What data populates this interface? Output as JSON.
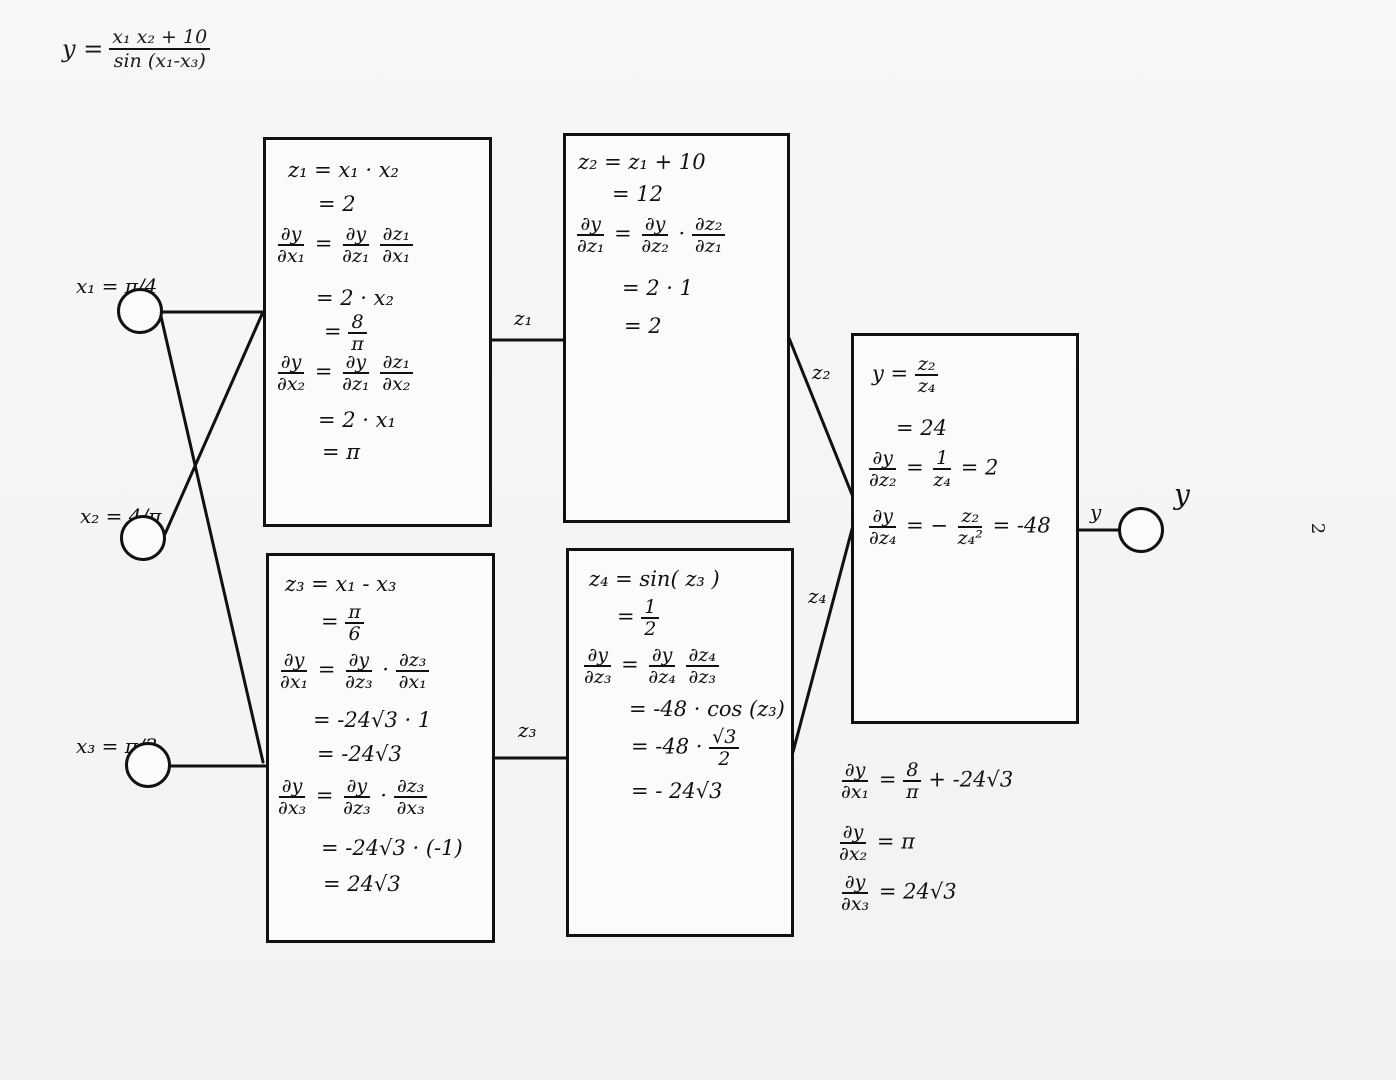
{
  "formula": {
    "lhs": "y =",
    "numerator": "x₁ x₂ + 10",
    "denominator": "sin (x₁-x₃)"
  },
  "inputs": [
    {
      "label": "x₁ = π/4"
    },
    {
      "label": "x₂ = 4/π"
    },
    {
      "label": "x₃ = π/3"
    }
  ],
  "box_z1": {
    "l1": "z₁ = x₁ · x₂",
    "l2": "= 2",
    "l3_lhs_num": "∂y",
    "l3_lhs_den": "∂x₁",
    "l3_r1_num": "∂y",
    "l3_r1_den": "∂z₁",
    "l3_r2_num": "∂z₁",
    "l3_r2_den": "∂x₁",
    "l4": "= 2 · x₂",
    "l5_num": "8",
    "l5_den": "π",
    "l6_lhs_num": "∂y",
    "l6_lhs_den": "∂x₂",
    "l6_r1_num": "∂y",
    "l6_r1_den": "∂z₁",
    "l6_r2_num": "∂z₁",
    "l6_r2_den": "∂x₂",
    "l7": "= 2 · x₁",
    "l8": "= π"
  },
  "box_z2": {
    "l1": "z₂ = z₁ + 10",
    "l2": "= 12",
    "l3_lhs_num": "∂y",
    "l3_lhs_den": "∂z₁",
    "l3_r1_num": "∂y",
    "l3_r1_den": "∂z₂",
    "l3_r2_num": "∂z₂",
    "l3_r2_den": "∂z₁",
    "l4": "= 2 · 1",
    "l5": "= 2"
  },
  "box_z3": {
    "l1": "z₃ = x₁ - x₃",
    "l2_num": "π",
    "l2_den": "6",
    "l3_lhs_num": "∂y",
    "l3_lhs_den": "∂x₁",
    "l3_r1_num": "∂y",
    "l3_r1_den": "∂z₃",
    "l3_r2_num": "∂z₃",
    "l3_r2_den": "∂x₁",
    "l4": "= -24√3 · 1",
    "l5": "= -24√3",
    "l6_lhs_num": "∂y",
    "l6_lhs_den": "∂x₃",
    "l6_r1_num": "∂y",
    "l6_r1_den": "∂z₃",
    "l6_r2_num": "∂z₃",
    "l6_r2_den": "∂x₃",
    "l7": "= -24√3 · (-1)",
    "l8": "= 24√3"
  },
  "box_z4": {
    "l1": "z₄ = sin( z₃ )",
    "l2_num": "1",
    "l2_den": "2",
    "l3_lhs_num": "∂y",
    "l3_lhs_den": "∂z₃",
    "l3_r1_num": "∂y",
    "l3_r1_den": "∂z₄",
    "l3_r2_num": "∂z₄",
    "l3_r2_den": "∂z₃",
    "l4": "= -48 · cos (z₃)",
    "l5_pre": "= -48 ·",
    "l5_num": "√3",
    "l5_den": "2",
    "l6": "= - 24√3"
  },
  "box_y": {
    "l1_lhs": "y =",
    "l1_num": "z₂",
    "l1_den": "z₄",
    "l2": "= 24",
    "l3_lhs_num": "∂y",
    "l3_lhs_den": "∂z₂",
    "l3_num": "1",
    "l3_den": "z₄",
    "l3_tail": "= 2",
    "l4_lhs_num": "∂y",
    "l4_lhs_den": "∂z₄",
    "l4_num": "z₂",
    "l4_den": "z₄²",
    "l4_tail": "= -48"
  },
  "edges": {
    "z1": "z₁",
    "z2": "z₂",
    "z3": "z₃",
    "z4": "z₄",
    "y_edge": "y",
    "y_out": "y"
  },
  "summary": {
    "s1_num": "∂y",
    "s1_den": "∂x₁",
    "s1_eq": "=",
    "s1_frac_num": "8",
    "s1_frac_den": "π",
    "s1_tail": "+ -24√3",
    "s2_num": "∂y",
    "s2_den": "∂x₂",
    "s2_tail": "= π",
    "s3_num": "∂y",
    "s3_den": "∂x₃",
    "s3_tail": "= 24√3"
  },
  "page_number": "2"
}
